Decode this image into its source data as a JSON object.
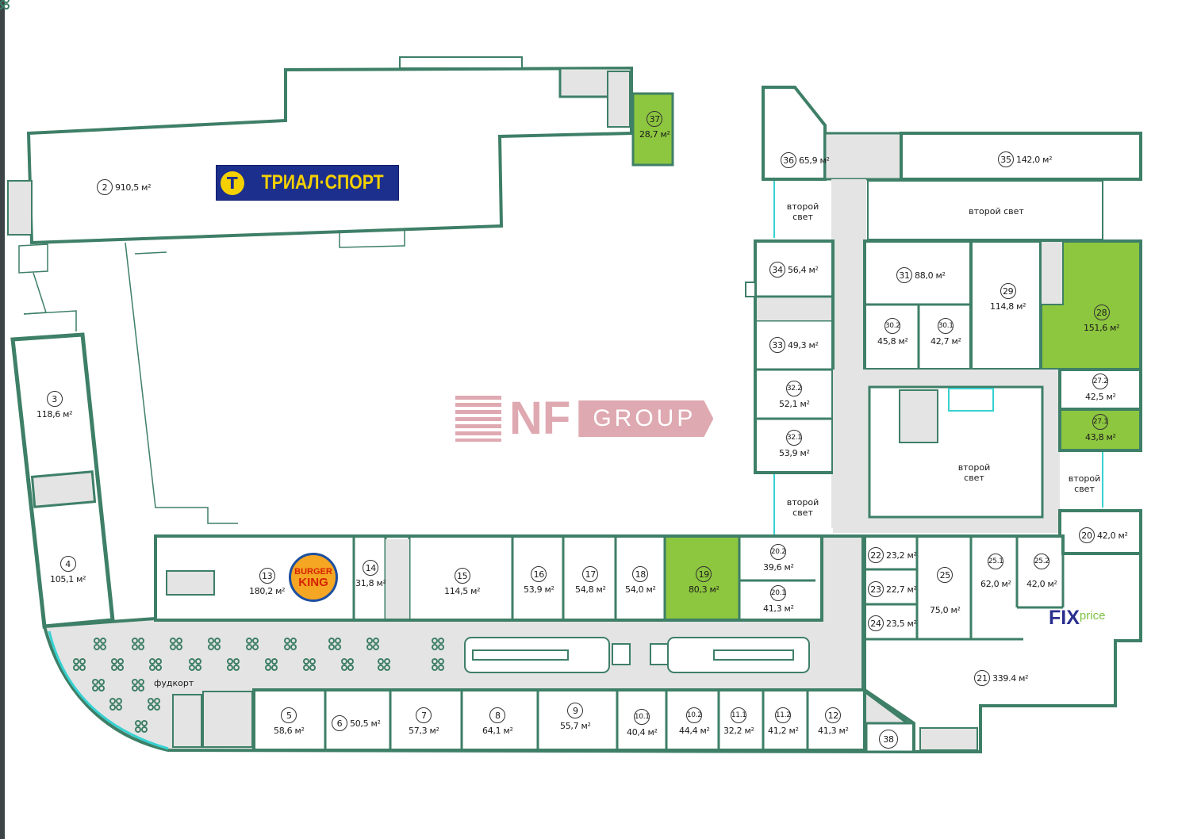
{
  "plan": {
    "colors": {
      "wall": "#3e7f67",
      "highlight": "#8dc63f",
      "corridor": "#e4e4e4",
      "glass": "#37d1d1"
    },
    "unit": "м²"
  },
  "brands": {
    "trial_sport": "ТРИАЛ·СПОРТ",
    "burger_king_top": "BURGER",
    "burger_king_bottom": "KING",
    "fix_price_main": "FIX",
    "fix_price_sub": "price",
    "nf_group_main": "NF",
    "nf_group_sub": "GROUP"
  },
  "labels": {
    "second_light": "второй свет",
    "food_court": "фудкорт"
  },
  "units": [
    {
      "id": "2",
      "area": "910,5 м²",
      "highlighted": false
    },
    {
      "id": "3",
      "area": "118,6 м²",
      "highlighted": false
    },
    {
      "id": "4",
      "area": "105,1 м²",
      "highlighted": false
    },
    {
      "id": "5",
      "area": "58,6 м²",
      "highlighted": false
    },
    {
      "id": "6",
      "area": "50,5 м²",
      "highlighted": false
    },
    {
      "id": "7",
      "area": "57,3 м²",
      "highlighted": false
    },
    {
      "id": "8",
      "area": "64,1 м²",
      "highlighted": false
    },
    {
      "id": "9",
      "area": "55,7 м²",
      "highlighted": false
    },
    {
      "id": "10.1",
      "area": "40,4 м²",
      "highlighted": false
    },
    {
      "id": "10.2",
      "area": "44,4 м²",
      "highlighted": false
    },
    {
      "id": "11.1",
      "area": "32,2 м²",
      "highlighted": false
    },
    {
      "id": "11.2",
      "area": "41,2 м²",
      "highlighted": false
    },
    {
      "id": "12",
      "area": "41,3 м²",
      "highlighted": false
    },
    {
      "id": "13",
      "area": "180,2 м²",
      "highlighted": false
    },
    {
      "id": "14",
      "area": "31,8 м²",
      "highlighted": false
    },
    {
      "id": "15",
      "area": "114,5 м²",
      "highlighted": false
    },
    {
      "id": "16",
      "area": "53,9 м²",
      "highlighted": false
    },
    {
      "id": "17",
      "area": "54,8 м²",
      "highlighted": false
    },
    {
      "id": "18",
      "area": "54,0 м²",
      "highlighted": false
    },
    {
      "id": "19",
      "area": "80,3 м²",
      "highlighted": true
    },
    {
      "id": "20.2",
      "area": "39,6 м²",
      "highlighted": false
    },
    {
      "id": "20.1",
      "area": "41,3 м²",
      "highlighted": false
    },
    {
      "id": "20",
      "area": "42,0 м²",
      "highlighted": false
    },
    {
      "id": "21",
      "area": "339.4 м²",
      "highlighted": false
    },
    {
      "id": "22",
      "area": "23,2 м²",
      "highlighted": false
    },
    {
      "id": "23",
      "area": "22,7 м²",
      "highlighted": false
    },
    {
      "id": "24",
      "area": "23,5 м²",
      "highlighted": false
    },
    {
      "id": "25",
      "area": "75,0 м²",
      "highlighted": false
    },
    {
      "id": "25.1",
      "area": "62,0 м²",
      "highlighted": false
    },
    {
      "id": "25.2",
      "area": "42,0 м²",
      "highlighted": false
    },
    {
      "id": "27.2",
      "area": "42,5 м²",
      "highlighted": false
    },
    {
      "id": "27.1",
      "area": "43,8 м²",
      "highlighted": true
    },
    {
      "id": "28",
      "area": "151,6 м²",
      "highlighted": true
    },
    {
      "id": "29",
      "area": "114,8 м²",
      "highlighted": false
    },
    {
      "id": "30.2",
      "area": "45,8 м²",
      "highlighted": false
    },
    {
      "id": "30.1",
      "area": "42,7 м²",
      "highlighted": false
    },
    {
      "id": "31",
      "area": "88,0 м²",
      "highlighted": false
    },
    {
      "id": "32.2",
      "area": "52,1 м²",
      "highlighted": false
    },
    {
      "id": "32.1",
      "area": "53,9 м²",
      "highlighted": false
    },
    {
      "id": "33",
      "area": "49,3 м²",
      "highlighted": false
    },
    {
      "id": "34",
      "area": "56,4 м²",
      "highlighted": false
    },
    {
      "id": "35",
      "area": "142,0 м²",
      "highlighted": false
    },
    {
      "id": "36",
      "area": "65,9 м²",
      "highlighted": false
    },
    {
      "id": "37",
      "area": "28,7 м²",
      "highlighted": true
    },
    {
      "id": "38",
      "area": "",
      "highlighted": false
    }
  ]
}
